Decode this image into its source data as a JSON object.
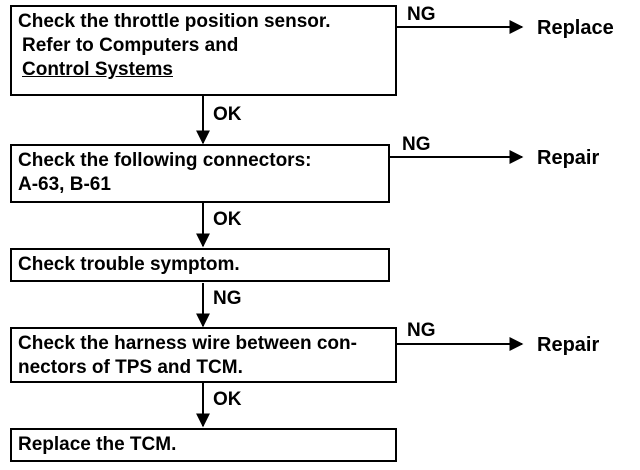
{
  "flowchart": {
    "steps": [
      {
        "lines": [
          "Check the throttle position sensor.",
          "Refer to Computers and",
          "Control Systems"
        ]
      },
      {
        "lines": [
          "Check the following connectors:",
          "A-63, B-61"
        ]
      },
      {
        "lines": [
          "Check trouble symptom."
        ]
      },
      {
        "lines": [
          "Check the harness wire between con-",
          "nectors of TPS and TCM."
        ]
      },
      {
        "lines": [
          "Replace the TCM."
        ]
      }
    ],
    "down_labels": [
      "OK",
      "OK",
      "NG",
      "OK"
    ],
    "branches": [
      {
        "label": "NG",
        "result": "Replace"
      },
      {
        "label": "NG",
        "result": "Repair"
      },
      {
        "label": "NG",
        "result": "Repair"
      }
    ]
  }
}
